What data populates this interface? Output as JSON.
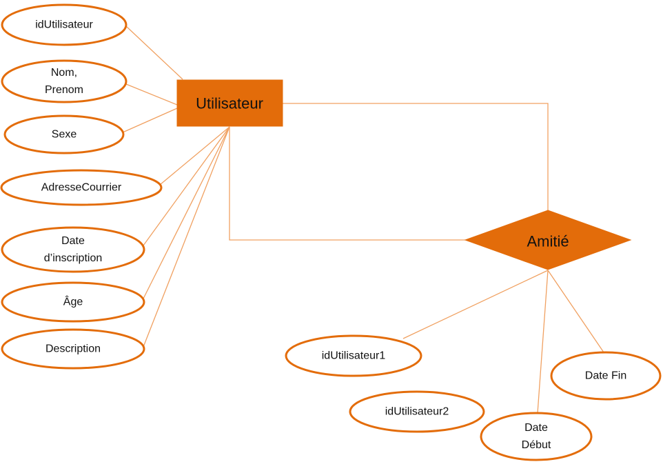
{
  "colors": {
    "accent": "#E36C0A",
    "line": "#F0A060",
    "text": "#111111",
    "background": "#FFFFFF"
  },
  "entity": {
    "name": "Utilisateur"
  },
  "relationship": {
    "name": "Amitié"
  },
  "entity_attributes": [
    {
      "id": "idUtilisateur",
      "lines": [
        "idUtilisateur"
      ]
    },
    {
      "id": "nom-prenom",
      "lines": [
        "Nom,",
        "Prenom"
      ]
    },
    {
      "id": "sexe",
      "lines": [
        "Sexe"
      ]
    },
    {
      "id": "adresse-courrier",
      "lines": [
        "AdresseCourrier"
      ]
    },
    {
      "id": "date-inscription",
      "lines": [
        "Date",
        "d’inscription"
      ]
    },
    {
      "id": "age",
      "lines": [
        "Âge"
      ]
    },
    {
      "id": "description",
      "lines": [
        "Description"
      ]
    }
  ],
  "relationship_attributes": [
    {
      "id": "idUtilisateur1",
      "lines": [
        "idUtilisateur1"
      ]
    },
    {
      "id": "idUtilisateur2",
      "lines": [
        "idUtilisateur2"
      ]
    },
    {
      "id": "date-debut",
      "lines": [
        "Date",
        "Début"
      ]
    },
    {
      "id": "date-fin",
      "lines": [
        "Date Fin"
      ]
    }
  ]
}
